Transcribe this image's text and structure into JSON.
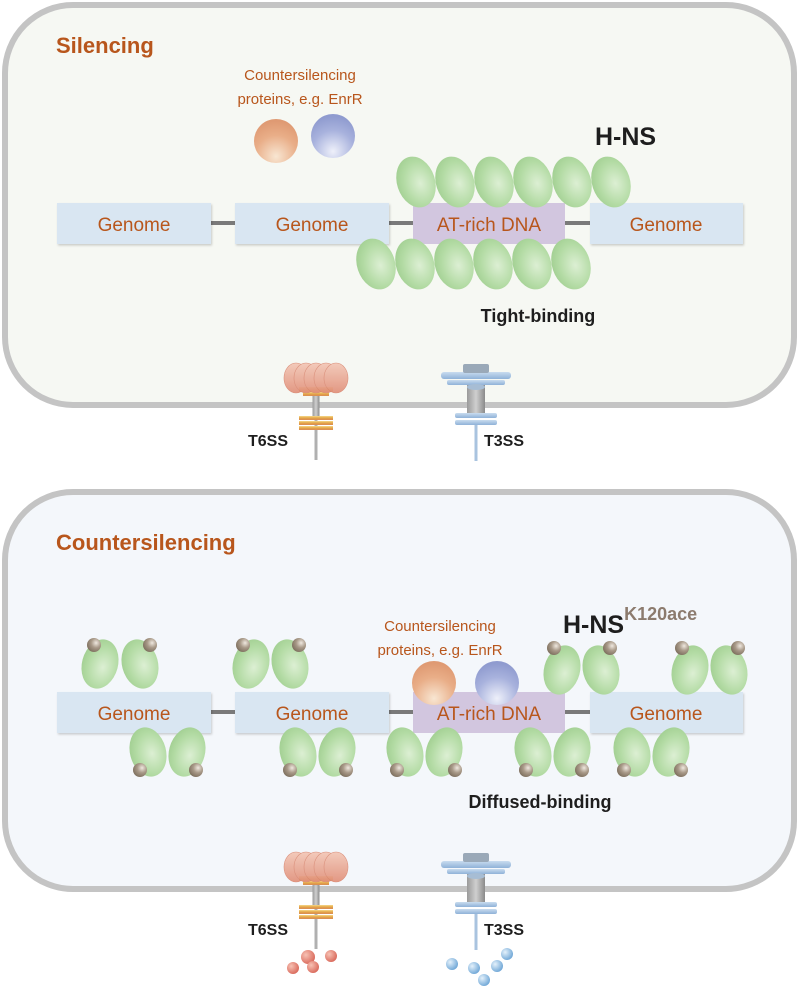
{
  "panels": [
    {
      "id": "silencing",
      "title": "Silencing",
      "background": "#f6f8f3",
      "countersilencing_note": [
        "Countersilencing",
        "proteins, e.g. EnrR"
      ],
      "protein_label": "H-NS",
      "protein_superscript": "",
      "binding_label": "Tight-binding",
      "dna_segments": [
        "Genome",
        "Genome",
        "AT-rich DNA",
        "Genome"
      ],
      "secretion_systems": [
        "T6SS",
        "T3SS"
      ],
      "secreted_effectors": false
    },
    {
      "id": "countersilencing",
      "title": "Countersilencing",
      "background": "#f4f7fb",
      "countersilencing_note": [
        "Countersilencing",
        "proteins, e.g. EnrR"
      ],
      "protein_label": "H-NS",
      "protein_superscript": "K120ace",
      "binding_label": "Diffused-binding",
      "dna_segments": [
        "Genome",
        "Genome",
        "AT-rich DNA",
        "Genome"
      ],
      "secretion_systems": [
        "T6SS",
        "T3SS"
      ],
      "secreted_effectors": true
    }
  ],
  "colors": {
    "title": "#b8561c",
    "genome_box": "#d9e6f2",
    "at_rich_box": "#d2c6df",
    "hns_monomer": "#a8d39a",
    "acetyl_group": "#8f8272",
    "enrR_orange": "#e6a27c",
    "enrR_blue": "#98a4d4",
    "panel_border": "#c4c4c4"
  }
}
